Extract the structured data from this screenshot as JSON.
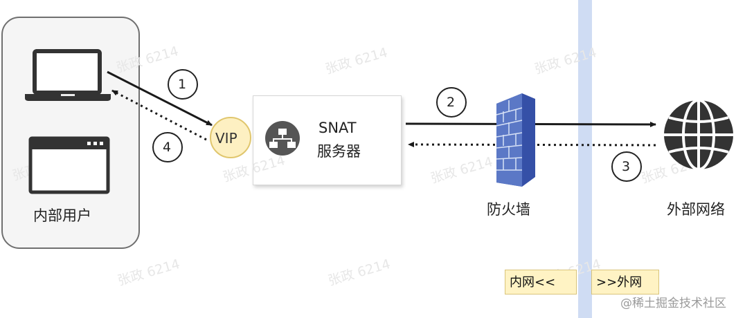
{
  "users_label": "内部用户",
  "server": {
    "line1": "SNAT",
    "line2": "服务器"
  },
  "vip_label": "VIP",
  "firewall_label": "防火墙",
  "internet_label": "外部网络",
  "steps": [
    "1",
    "2",
    "3",
    "4"
  ],
  "zone_tags": {
    "inner": "内网<<",
    "outer": ">>外网"
  },
  "watermark": "张政 6214",
  "footer": "@稀土掘金技术社区",
  "colors": {
    "arrow": "#1a1a1a",
    "vip_fill": "#fdf0c2",
    "vip_border": "#e0c66d",
    "firewall": "#3550a7",
    "band": "#cfdcf3"
  }
}
